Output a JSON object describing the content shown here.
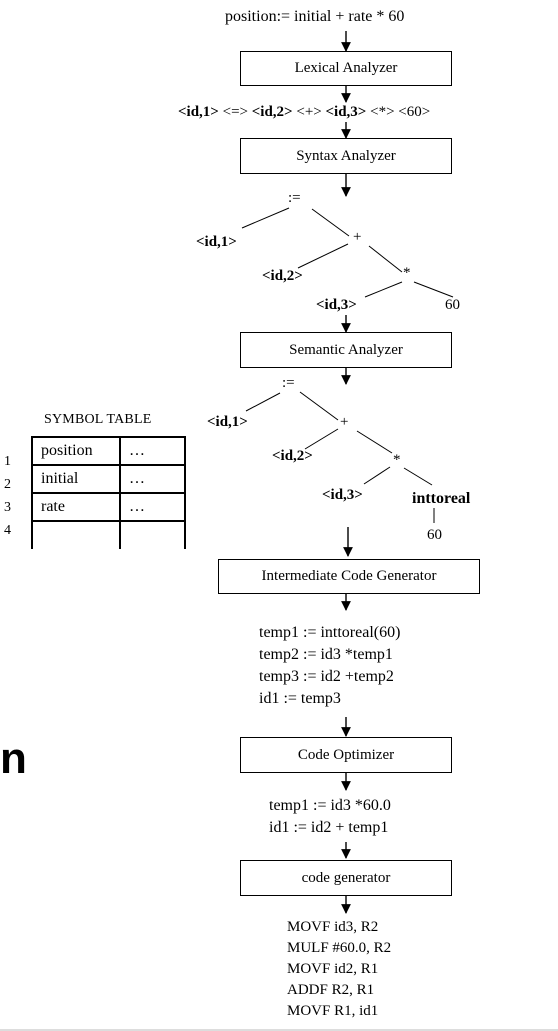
{
  "input_statement": "position:= initial + rate * 60",
  "stages": {
    "lexical": "Lexical Analyzer",
    "syntax": "Syntax Analyzer",
    "semantic": "Semantic Analyzer",
    "intermediate": "Intermediate Code Generator",
    "optimizer": "Code Optimizer",
    "codegen": "code generator"
  },
  "token_stream": [
    {
      "text": "<id,1>",
      "bold": true
    },
    {
      "text": " <=> ",
      "bold": false
    },
    {
      "text": "<id,2>",
      "bold": true
    },
    {
      "text": " <+> ",
      "bold": false
    },
    {
      "text": "<id,3>",
      "bold": true
    },
    {
      "text": " <*> <60>",
      "bold": false
    }
  ],
  "syntax_tree": {
    "assign": ":=",
    "id1": "<id,1>",
    "plus": "+",
    "id2": "<id,2>",
    "times": "*",
    "id3": "<id,3>",
    "num": "60"
  },
  "semantic_tree": {
    "assign": ":=",
    "id1": "<id,1>",
    "plus": "+",
    "id2": "<id,2>",
    "times": "*",
    "id3": "<id,3>",
    "conv": "inttoreal",
    "num": "60"
  },
  "symbol_table": {
    "title": "SYMBOL TABLE",
    "rows": [
      {
        "num": "1",
        "name": "position",
        "info": "…"
      },
      {
        "num": "2",
        "name": "initial",
        "info": "…"
      },
      {
        "num": "3",
        "name": "rate",
        "info": "…"
      },
      {
        "num": "4",
        "name": "",
        "info": ""
      }
    ]
  },
  "intermediate_code": [
    "temp1 := inttoreal(60)",
    "temp2 := id3 *temp1",
    "temp3 := id2 +temp2",
    "id1 := temp3"
  ],
  "optimized_code": [
    "temp1 := id3 *60.0",
    "id1 := id2 + temp1"
  ],
  "target_code": [
    "MOVF id3, R2",
    "MULF #60.0, R2",
    "MOVF id2, R1",
    "ADDF R2, R1",
    "MOVF R1, id1"
  ],
  "page_fragment": "n"
}
